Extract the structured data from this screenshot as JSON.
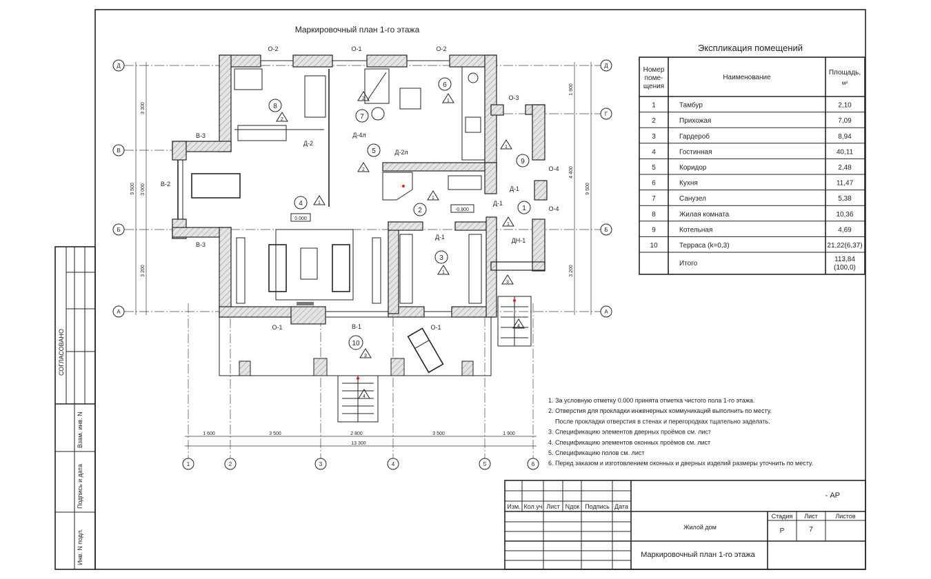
{
  "drawing": {
    "title": "Маркировочный план 1-го этажа",
    "axes_horizontal": [
      "Д",
      "Г",
      "В",
      "Б",
      "А"
    ],
    "axes_vertical": [
      "1",
      "2",
      "3",
      "4",
      "5",
      "6"
    ],
    "dims_bottom": [
      "1 600",
      "3 500",
      "2 800",
      "3 500",
      "1 900"
    ],
    "dim_bottom_total": "13 300",
    "dims_left": [
      "3 300",
      "3 000",
      "3 200"
    ],
    "dim_left_total": "9 500",
    "dims_right": [
      "1 900",
      "4 400",
      "3 200"
    ],
    "dim_right_total": "9 500",
    "openings": {
      "o2a": "О-2",
      "o1top": "О-1",
      "o2b": "О-2",
      "o3": "О-3",
      "v3a": "В-3",
      "v2": "В-2",
      "v3b": "В-3",
      "o4a": "О-4",
      "o4b": "О-4",
      "o1a": "О-1",
      "v1": "В-1",
      "o1b": "О-1",
      "d2": "Д-2",
      "d4l": "Д-4л",
      "d2l": "Д-2л",
      "d1a": "Д-1",
      "d1b": "Д-1",
      "d1c": "Д-1",
      "dn1": "ДН-1"
    },
    "levels": {
      "main": "0.000",
      "entry": "-0.900"
    },
    "rooms": [
      "1",
      "2",
      "3",
      "4",
      "5",
      "6",
      "7",
      "8",
      "9",
      "10"
    ],
    "floor_types": {
      "f1": "1",
      "f2": "2",
      "f3": "3",
      "f4": "4"
    }
  },
  "explication": {
    "title": "Экспликация помещений",
    "headers": {
      "number": [
        "Номер",
        "поме-",
        "щения"
      ],
      "name": "Наименование",
      "area": [
        "Площадь,",
        "м²"
      ]
    },
    "rows": [
      {
        "n": "1",
        "name": "Тамбур",
        "area": "2,10"
      },
      {
        "n": "2",
        "name": "Прихожая",
        "area": "7,09"
      },
      {
        "n": "3",
        "name": "Гардероб",
        "area": "8,94"
      },
      {
        "n": "4",
        "name": "Гостинная",
        "area": "40,11"
      },
      {
        "n": "5",
        "name": "Коридор",
        "area": "2,48"
      },
      {
        "n": "6",
        "name": "Кухня",
        "area": "11,47"
      },
      {
        "n": "7",
        "name": "Санузел",
        "area": "5,38"
      },
      {
        "n": "8",
        "name": "Жилая комната",
        "area": "10,36"
      },
      {
        "n": "9",
        "name": "Котельная",
        "area": "4,69"
      },
      {
        "n": "10",
        "name": "Терраса (k=0,3)",
        "area": "21,22(6,37)"
      }
    ],
    "total": {
      "name": "Итого",
      "area": [
        "113,84",
        "(100,0)"
      ]
    }
  },
  "notes": [
    "1. За условную отметку 0.000 принята отметка чистого пола 1-го этажа.",
    "2. Отверстия для прокладки инженерных коммуникаций выполнить по месту.",
    "    После прокладки отверстия в стенах и перегородках тщательно заделать.",
    "3. Спецификацию элементов дверных проёмов см. лист",
    "4. Спецификацию элементов оконных проёмов см. лист",
    "5. Спецификацию полов см. лист",
    "6. Перед заказом и изготовлением оконных и дверных изделий размеры уточнить по месту."
  ],
  "title_block": {
    "cols": [
      "Изм.",
      "Кол.уч",
      "Лист",
      "Nдок",
      "Подпись",
      "Дата"
    ],
    "code": "- АР",
    "object": "Жилой дом",
    "sheet_title": "Маркировочный план 1-го этажа",
    "stage_label": "Стадия",
    "sheet_label": "Лист",
    "sheets_label": "Листов",
    "stage": "Р",
    "sheet": "7",
    "sheets": ""
  },
  "side_stamp": {
    "agreed": "СОГЛАСОВАНО",
    "vzam": "Взам. инв. N",
    "sign_date": "Подпись и дата",
    "inv": "Инв. N подл."
  }
}
